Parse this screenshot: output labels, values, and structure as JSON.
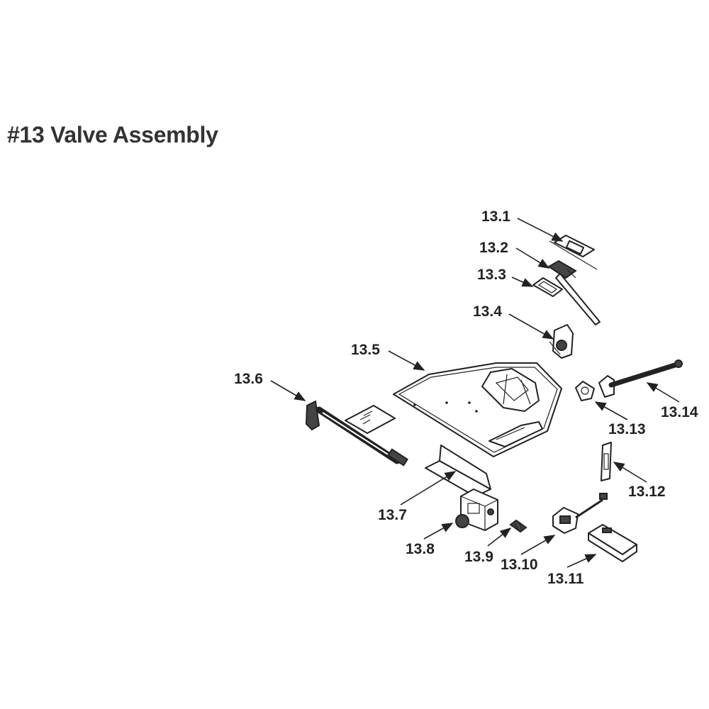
{
  "title": "#13 Valve Assembly",
  "labels": {
    "p1": "13.1",
    "p2": "13.2",
    "p3": "13.3",
    "p4": "13.4",
    "p5": "13.5",
    "p6": "13.6",
    "p7": "13.7",
    "p8": "13.8",
    "p9": "13.9",
    "p10": "13.10",
    "p11": "13.11",
    "p12": "13.12",
    "p13": "13.13",
    "p14": "13.14"
  }
}
